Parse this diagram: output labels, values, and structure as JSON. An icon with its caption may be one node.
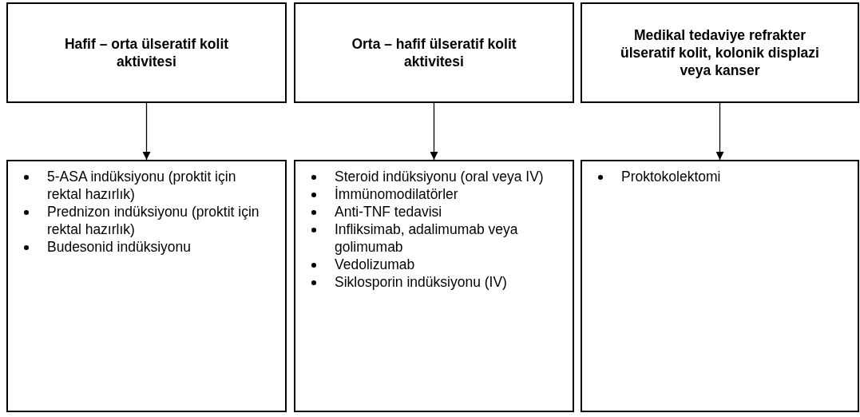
{
  "diagram": {
    "nodes": [
      {
        "text": [
          "Hafif – orta ülseratif kolit aktivitesi"
        ]
      },
      {
        "text": [
          "Orta – hafif ülseratif kolit aktivitesi"
        ]
      },
      {
        "text": [
          "Medikal tedaviye refrakter ülseratif kolit, kolonik displazi veya kanser"
        ]
      },
      {
        "text": [
          "5-ASA indüksiyonu (proktit için rektal hazırlık)",
          "Prednizon indüksiyonu (proktit için rektal hazırlık)",
          "Budesonid indüksiyonu"
        ]
      },
      {
        "text": [
          "Steroid indüksiyonu (oral veya IV)",
          "İmmünomodilatörler",
          "Anti-TNF tedavisi",
          "Infliksimab, adalimumab veya golimumab",
          "Vedolizumab",
          "Siklosporin indüksiyonu (IV)"
        ]
      },
      {
        "text": [
          "Proktokolektomi"
        ]
      }
    ],
    "edges": [
      {
        "from": 0,
        "to": 3,
        "arrow": "to"
      },
      {
        "from": 1,
        "to": 4,
        "arrow": "to"
      },
      {
        "from": 2,
        "to": 5,
        "arrow": "to"
      }
    ]
  }
}
